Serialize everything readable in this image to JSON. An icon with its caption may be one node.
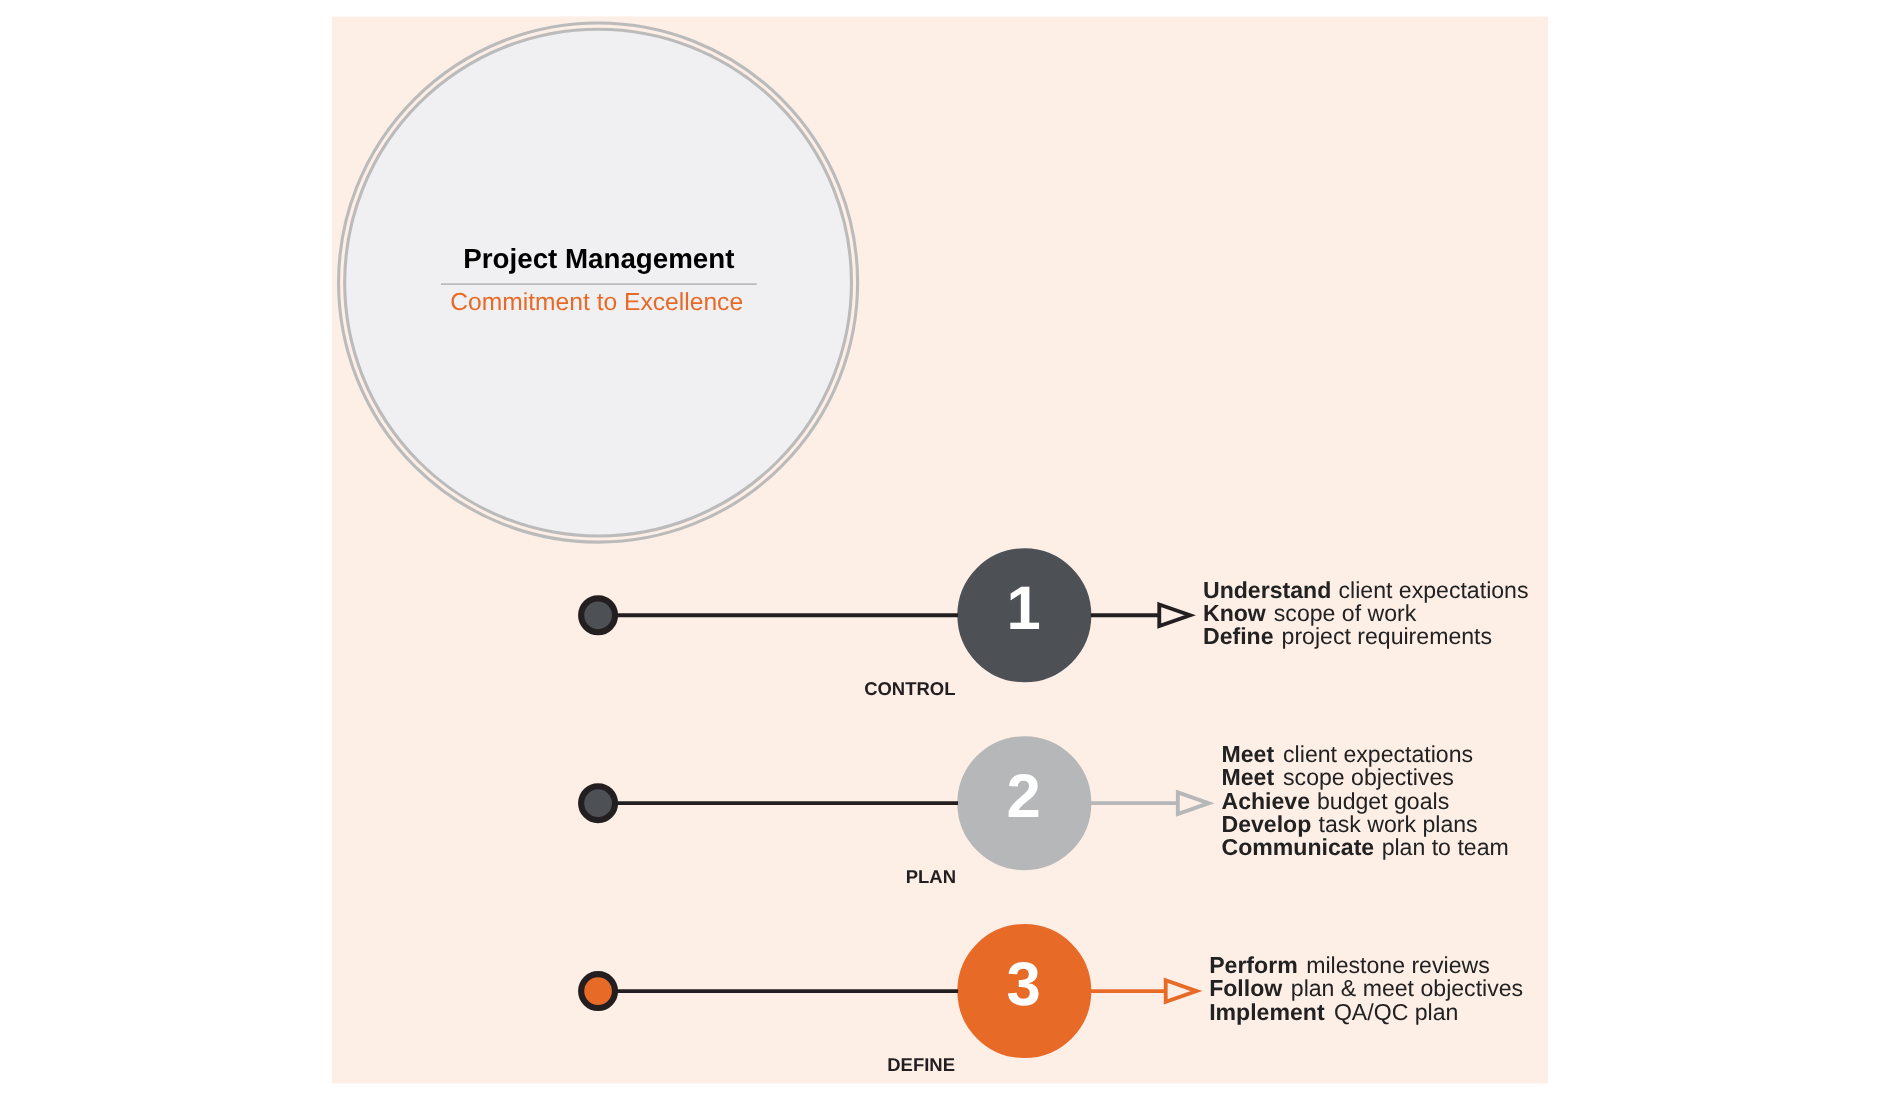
{
  "diagram": {
    "nodes": [
      {
        "text": [
          "Project Management",
          "Commitment to Excellence"
        ]
      },
      {
        "text": [],
        "shape": "circle"
      },
      {
        "text": [
          "1"
        ],
        "beside": [
          "CONTROL"
        ]
      },
      {
        "text": [
          "**Understand** client expectations",
          "**Know** scope of work",
          "**Define** project requirements"
        ]
      },
      {
        "text": [],
        "shape": "circle"
      },
      {
        "text": [
          "2"
        ],
        "beside": [
          "PLAN"
        ]
      },
      {
        "text": [
          "**Meet** client expectations",
          "**Meet** scope objectives",
          "**Achieve** budget goals",
          "**Develop** task work plans",
          "**Communicate** plan to team"
        ]
      },
      {
        "text": [],
        "shape": "circle"
      },
      {
        "text": [
          "3"
        ],
        "beside": [
          "DEFINE"
        ]
      },
      {
        "text": [
          "**Perform** milestone reviews",
          "**Follow** plan & meet objectives",
          "**Implement** QA/QC plan"
        ]
      }
    ],
    "edges": [
      {
        "from": 1,
        "to": 2,
        "arrow": "none"
      },
      {
        "from": 2,
        "to": 3,
        "arrow": "to"
      },
      {
        "from": 4,
        "to": 5,
        "arrow": "none"
      },
      {
        "from": 5,
        "to": 6,
        "arrow": "to",
        "color": "#b5b7b9"
      },
      {
        "from": 7,
        "to": 8,
        "arrow": "none"
      },
      {
        "from": 8,
        "to": 9,
        "arrow": "to",
        "color": "#e86a27"
      }
    ]
  }
}
